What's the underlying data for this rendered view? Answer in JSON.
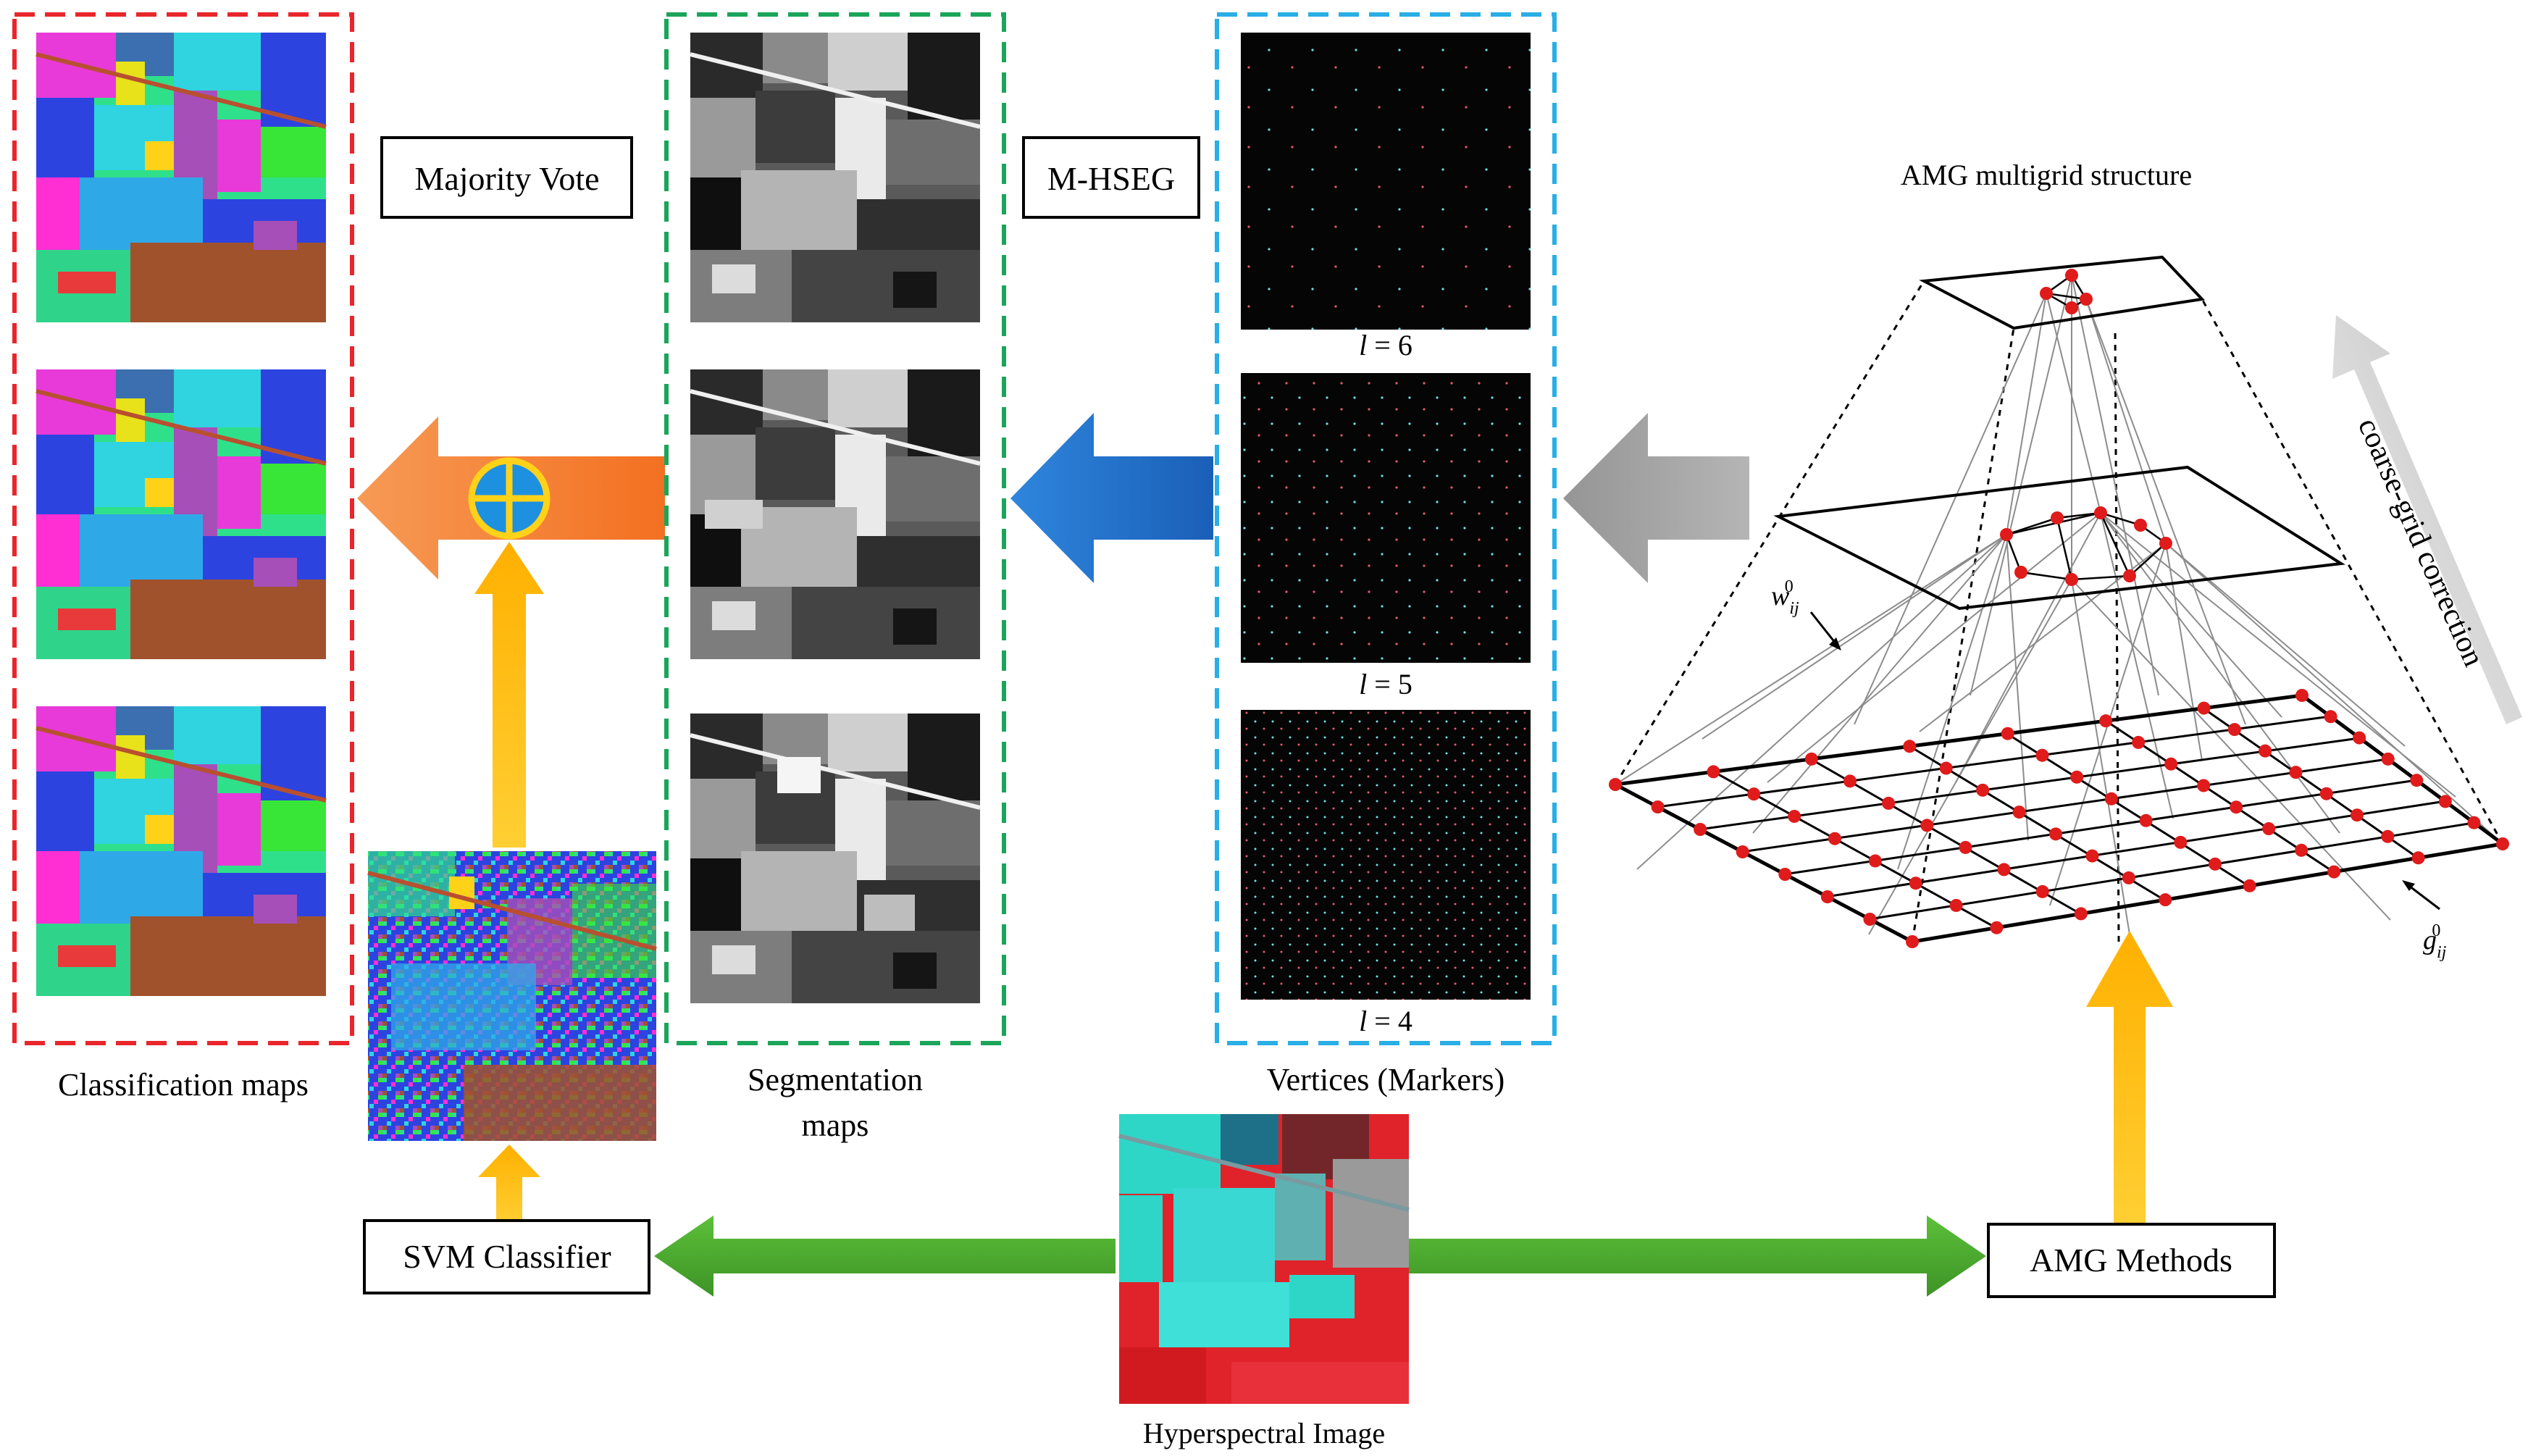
{
  "labels": {
    "majority_vote": "Majority Vote",
    "mhseg": "M-HSEG",
    "amg_structure": "AMG multigrid structure",
    "coarse_grid": "coarse-grid correction",
    "classification_maps": "Classification maps",
    "segmentation_maps_line1": "Segmentation",
    "segmentation_maps_line2": "maps",
    "vertices_markers": "Vertices (Markers)",
    "svm_classifier": "SVM Classifier",
    "amg_methods": "AMG Methods",
    "hyperspectral_image": "Hyperspectral Image",
    "w_label": "w",
    "w_sub": "ij",
    "w_sup": "0",
    "g_label": "g",
    "g_sub": "ij",
    "g_sup": "0"
  },
  "levels": [
    {
      "var": "l",
      "eq": "= 6"
    },
    {
      "var": "l",
      "eq": "= 5"
    },
    {
      "var": "l",
      "eq": "= 4"
    }
  ],
  "colors": {
    "red_dash": "#e8262b",
    "green_dash": "#1aa55a",
    "blue_dash": "#29aee6",
    "orange_arrow": "#f37021",
    "blue_arrow": "#1f6cc8",
    "gray_arrow": "#a6a6a6",
    "yellow_arrow": "#ffbe1a",
    "green_arrow": "#49a82f",
    "node_red": "#e01b1b"
  }
}
